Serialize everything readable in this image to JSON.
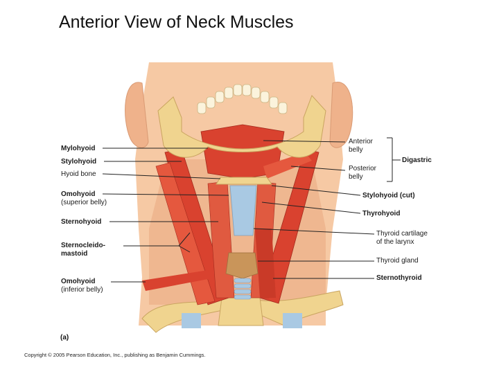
{
  "title": "Anterior View of Neck Muscles",
  "labels_left": {
    "mylohyoid": "Mylohyoid",
    "stylohyoid": "Stylohyoid",
    "hyoid_bone": "Hyoid bone",
    "omohyoid_sup_1": "Omohyoid",
    "omohyoid_sup_2": "(superior belly)",
    "sternohyoid": "Sternohyoid",
    "scm_1": "Sternocleido-",
    "scm_2": "mastoid",
    "omohyoid_inf_1": "Omohyoid",
    "omohyoid_inf_2": "(inferior belly)"
  },
  "labels_right": {
    "anterior_belly_1": "Anterior",
    "anterior_belly_2": "belly",
    "posterior_belly_1": "Posterior",
    "posterior_belly_2": "belly",
    "digastric": "Digastric",
    "stylohyoid_cut": "Stylohyoid (cut)",
    "thyrohyoid": "Thyrohyoid",
    "thyroid_cartilage_1": "Thyroid cartilage",
    "thyroid_cartilage_2": "of the larynx",
    "thyroid_gland": "Thyroid gland",
    "sternothyroid": "Sternothyroid"
  },
  "panel_label": "(a)",
  "copyright": "Copyright © 2005 Pearson Education, Inc., publishing as Benjamin Cummings.",
  "colors": {
    "skin": "#f6c9a4",
    "skin_dark": "#e9a77f",
    "muscle": "#d9422f",
    "muscle_light": "#ec7a5c",
    "bone": "#f0d48f",
    "bone_dark": "#c9a460",
    "cartilage": "#a9c9e3",
    "gland": "#c9955a"
  }
}
